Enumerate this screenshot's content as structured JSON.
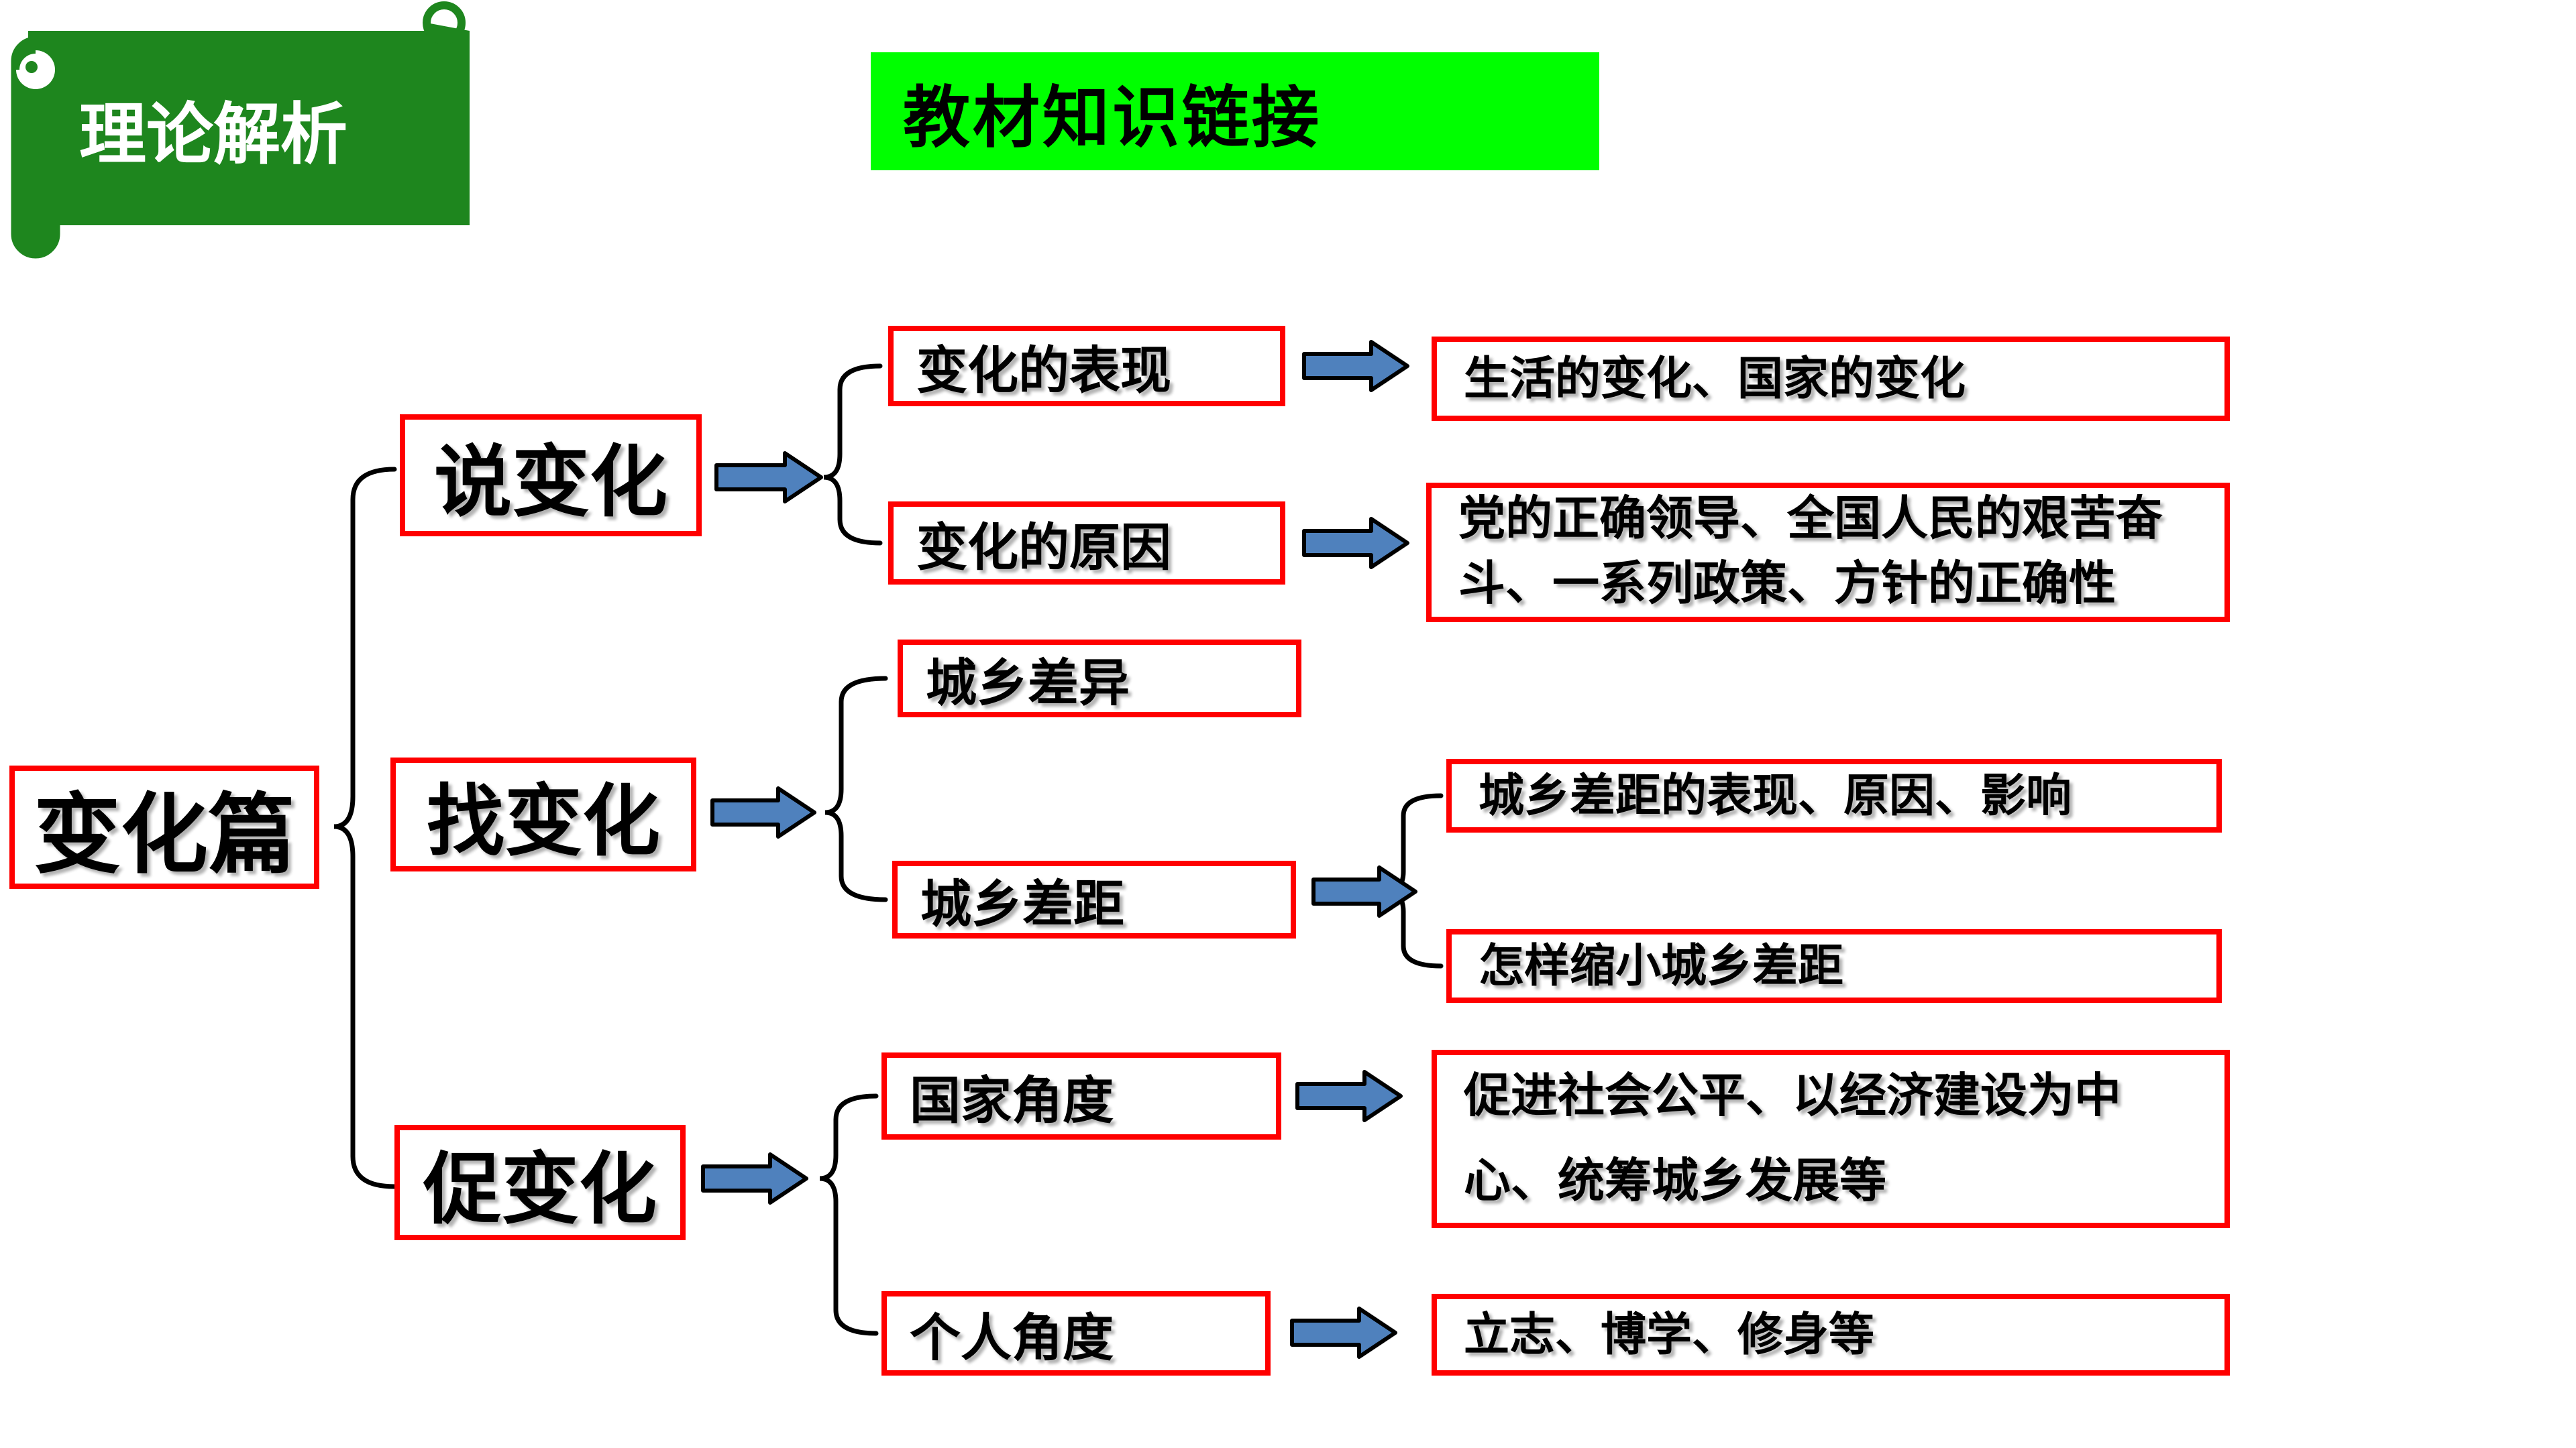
{
  "colors": {
    "banner_green": "#1e861e",
    "highlight_green": "#00ff00",
    "box_red": "#ff0000",
    "arrow_blue": "#4f81bd",
    "arrow_outline": "#000000",
    "text_black": "#000000",
    "text_white": "#ffffff"
  },
  "banner": {
    "label": "理论解析"
  },
  "title": {
    "label": "教材知识链接"
  },
  "root": {
    "label": "变化篇"
  },
  "branches": [
    {
      "label": "说变化",
      "children": [
        {
          "label": "变化的表现",
          "details": [
            "生活的变化、国家的变化"
          ]
        },
        {
          "label": "变化的原因",
          "details": [
            "党的正确领导、全国人民的艰苦奋斗、一系列政策、方针的正确性"
          ]
        }
      ]
    },
    {
      "label": "找变化",
      "children": [
        {
          "label": "城乡差异",
          "details": []
        },
        {
          "label": "城乡差距",
          "details": [
            "城乡差距的表现、原因、影响",
            "怎样缩小城乡差距"
          ]
        }
      ]
    },
    {
      "label": "促变化",
      "children": [
        {
          "label": "国家角度",
          "details": [
            "促进社会公平、以经济建设为中心、统筹城乡发展等"
          ]
        },
        {
          "label": "个人角度",
          "details": [
            "立志、博学、修身等"
          ]
        }
      ]
    }
  ]
}
